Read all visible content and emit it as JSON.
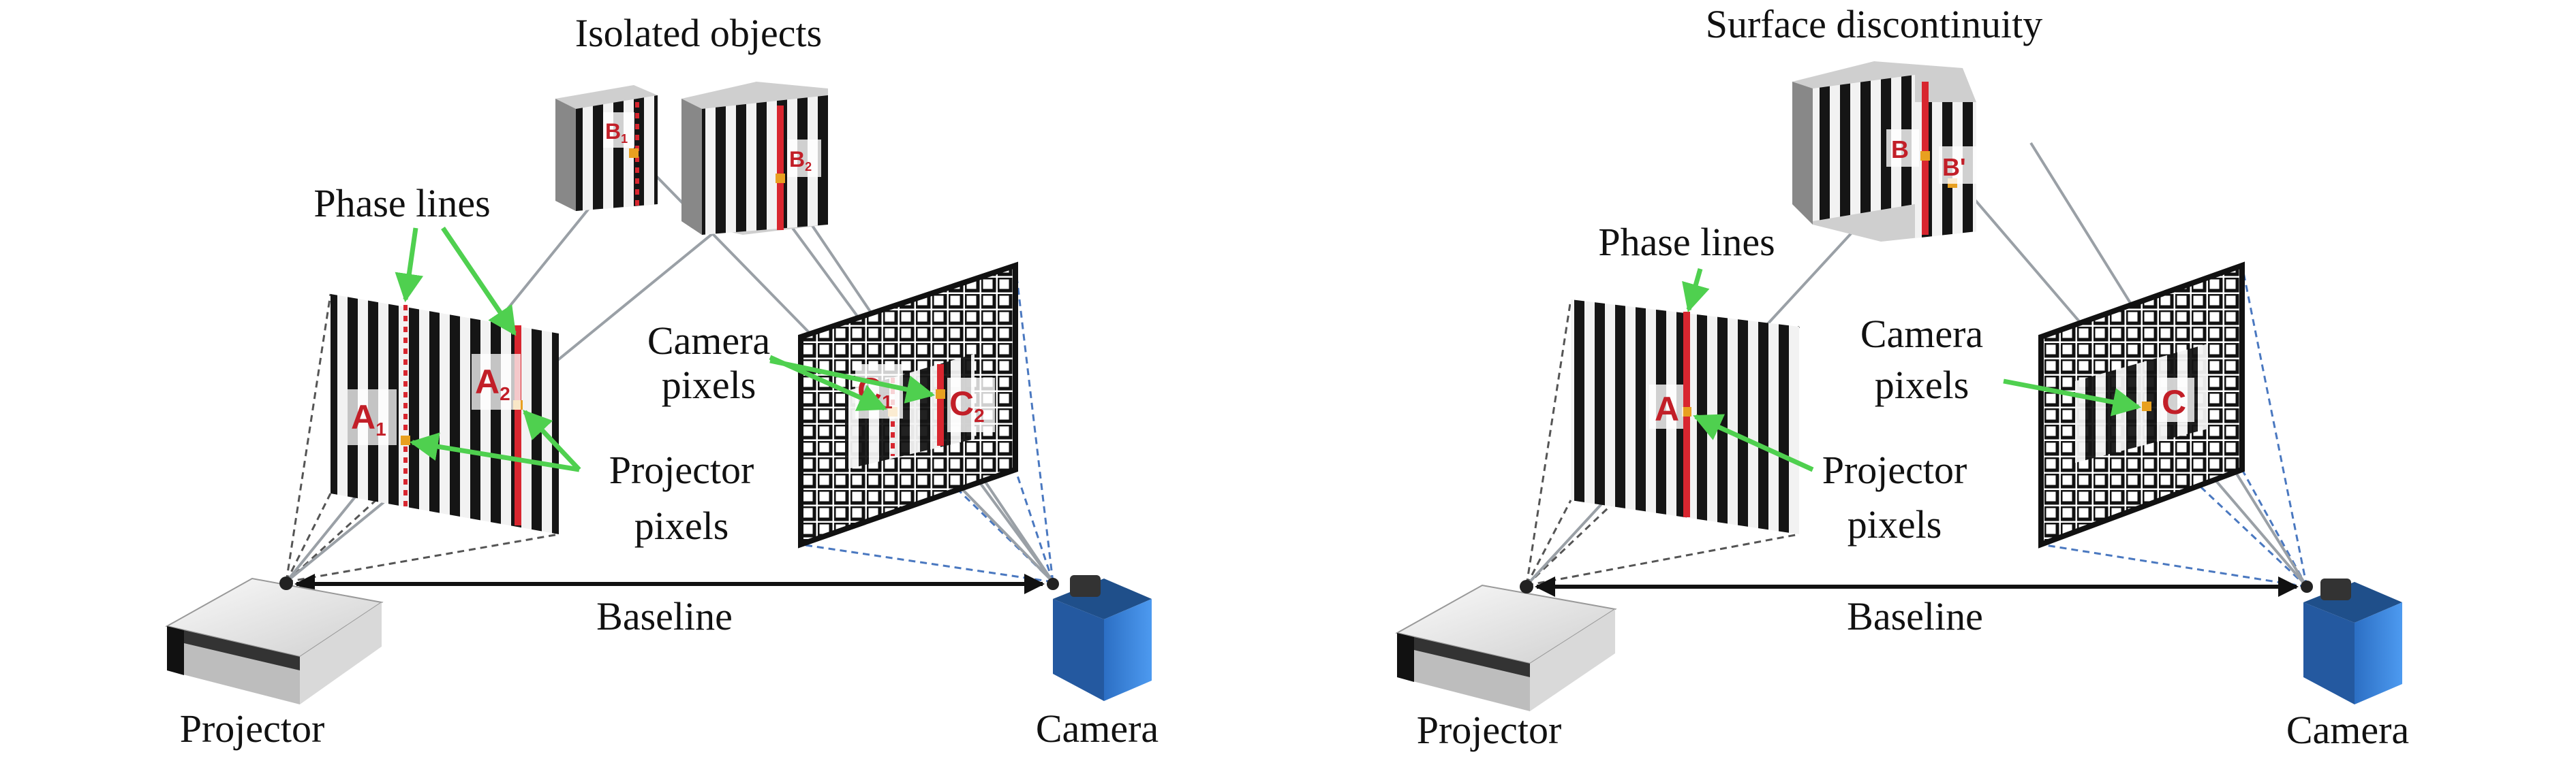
{
  "colors": {
    "stripe_dark": "#151515",
    "stripe_light": "#f2f2f2",
    "phase_line": "#d8262f",
    "pixel_marker": "#e8a020",
    "arrow_green": "#4fd04f",
    "ray_gray": "#9aa0a6",
    "camera_blue": "#3a86d8",
    "frustum_blue": "#4a78c0"
  },
  "panels": [
    {
      "title": "Isolated objects",
      "phase_lines_label": "Phase lines",
      "camera_pixels_label": [
        "Camera",
        "pixels"
      ],
      "projector_pixels_label": [
        "Projector",
        "pixels"
      ],
      "baseline_label": "Baseline",
      "projector_label": "Projector",
      "camera_label": "Camera",
      "points": {
        "a1": {
          "main": "A",
          "sub": "1"
        },
        "a2": {
          "main": "A",
          "sub": "2"
        },
        "b1": {
          "main": "B",
          "sub": "1"
        },
        "b2": {
          "main": "B",
          "sub": "2"
        },
        "c1": {
          "main": "C",
          "sub": "1"
        },
        "c2": {
          "main": "C",
          "sub": "2"
        }
      }
    },
    {
      "title": "Surface discontinuity",
      "phase_lines_label": "Phase lines",
      "camera_pixels_label": [
        "Camera",
        "pixels"
      ],
      "projector_pixels_label": [
        "Projector",
        "pixels"
      ],
      "baseline_label": "Baseline",
      "projector_label": "Projector",
      "camera_label": "Camera",
      "points": {
        "a": {
          "main": "A"
        },
        "b": {
          "main": "B"
        },
        "b_prime": {
          "main": "B'"
        },
        "c": {
          "main": "C"
        }
      }
    }
  ]
}
